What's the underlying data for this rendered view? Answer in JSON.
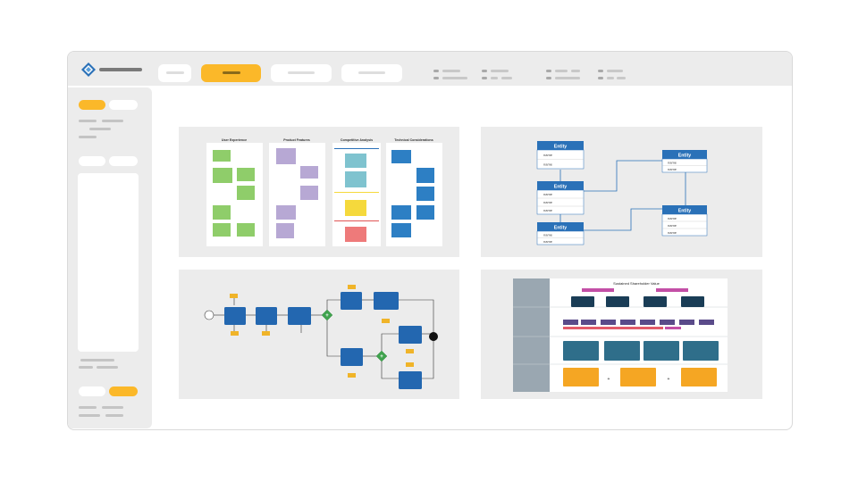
{
  "topbar": {
    "logo": "diamond-logo-icon",
    "tabs": [
      "",
      "",
      "",
      ""
    ],
    "active_tab": 1
  },
  "colors": {
    "accent": "#fbb829",
    "chrome": "#ececec",
    "entity_blue": "#2a71b8",
    "bpmn_blue": "#2367b0",
    "gateway_green": "#3fa34d",
    "sticky_green": "#8fcd6a",
    "sticky_purple": "#b7a8d4",
    "sticky_blue": "#2d7fc4",
    "sticky_teal": "#7fc3cf",
    "sticky_yellow": "#f5d93c",
    "sticky_red": "#ee7a7a",
    "bsc_navy": "#1a3d56",
    "bsc_orange": "#f5a623"
  },
  "templates": {
    "user_research": {
      "columns": [
        "User Experience",
        "Product Features",
        "Competitive Analysis",
        "Technical Considerations"
      ]
    },
    "erd": {
      "entity_label": "Entity",
      "field_label": "name"
    },
    "bpmn": {},
    "strategy_map": {
      "title": "Sustained Shareholder Value"
    }
  }
}
